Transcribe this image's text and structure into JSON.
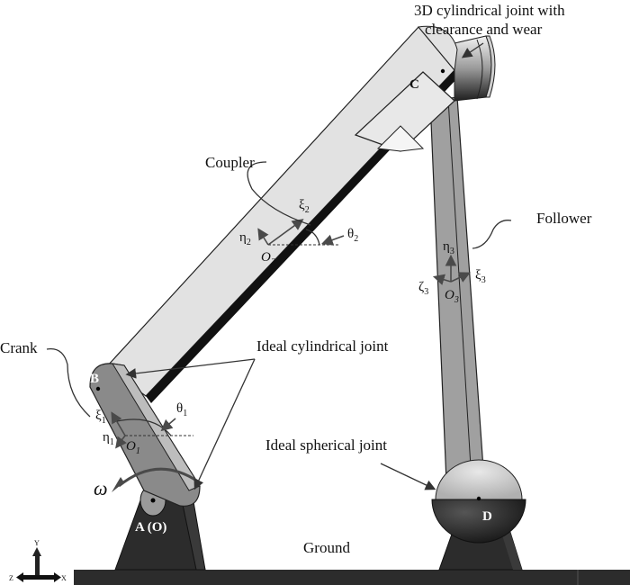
{
  "figure": {
    "labels": {
      "top_joint_line1": "3D cylindrical joint with",
      "top_joint_line2": "clearance and wear",
      "coupler": "Coupler",
      "follower": "Follower",
      "crank": "Crank",
      "ideal_cylindrical": "Ideal cylindrical joint",
      "ideal_spherical": "Ideal spherical joint",
      "ground": "Ground"
    },
    "points": {
      "A": "A (O)",
      "B": "B",
      "C": "C",
      "D": "D"
    },
    "frames": {
      "body1": {
        "xi": "ξ",
        "eta": "η",
        "origin": "O",
        "theta": "θ",
        "index": "1"
      },
      "body2": {
        "xi": "ξ",
        "eta": "η",
        "origin": "O",
        "theta": "θ",
        "index": "2"
      },
      "body3": {
        "xi": "ξ",
        "eta": "η",
        "zeta": "ζ",
        "origin": "O",
        "index": "3"
      }
    },
    "omega": "ω",
    "axes": {
      "x": "X",
      "y": "Y",
      "z": "Z"
    },
    "colors": {
      "coupler_fill": "#e2e2e2",
      "crank_fill": "#8a8a8a",
      "follower_fill": "#a0a0a0",
      "ground_fill": "#2c2c2c",
      "background": "#ffffff"
    }
  }
}
